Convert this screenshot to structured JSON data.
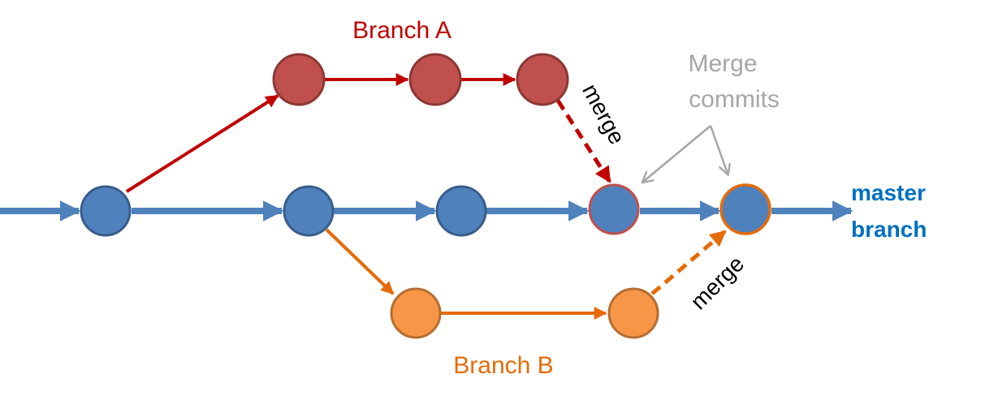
{
  "diagram": {
    "title": "Git branching and merge diagram",
    "colors": {
      "master": "#4f81bd",
      "master_stroke": "#385d8a",
      "master_label": "#0070c0",
      "branch_a": "#c00000",
      "branch_a_fill": "#c0504d",
      "branch_a_stroke": "#8c3836",
      "branch_b": "#e46c0a",
      "branch_b_fill": "#f79646",
      "branch_b_stroke": "#b66d31",
      "annotation": "#a6a6a6",
      "merge_text": "#000000"
    },
    "labels": {
      "branch_a": "Branch A",
      "branch_b": "Branch B",
      "master_line1": "master",
      "master_line2": "branch",
      "merge_commits_line1": "Merge",
      "merge_commits_line2": "commits",
      "merge_a": "merge",
      "merge_b": "merge"
    },
    "branches": [
      {
        "name": "master",
        "commits": 5,
        "merge_commits": 2
      },
      {
        "name": "Branch A",
        "commits": 3,
        "forks_from_master_commit": 1,
        "merges_into_master_commit": 4
      },
      {
        "name": "Branch B",
        "commits": 2,
        "forks_from_master_commit": 2,
        "merges_into_master_commit": 5
      }
    ]
  }
}
